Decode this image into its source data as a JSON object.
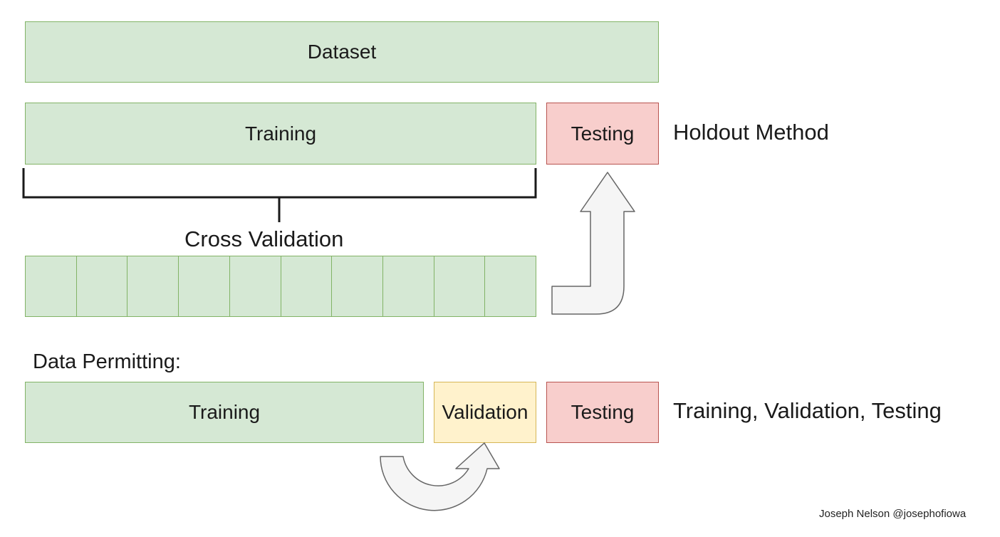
{
  "dataset_label": "Dataset",
  "holdout": {
    "training_label": "Training",
    "testing_label": "Testing",
    "method_label": "Holdout Method"
  },
  "cross_validation": {
    "label": "Cross Validation",
    "fold_count": 10
  },
  "data_permitting": {
    "heading": "Data Permitting:",
    "training_label": "Training",
    "validation_label": "Validation",
    "testing_label": "Testing",
    "method_label": "Training, Validation, Testing"
  },
  "credit": "Joseph Nelson @josephofiowa",
  "colors": {
    "green_fill": "#d5e8d4",
    "green_stroke": "#82b366",
    "red_fill": "#f8cecc",
    "red_stroke": "#b85450",
    "yellow_fill": "#fff2cc",
    "yellow_stroke": "#d6b656",
    "arrow_fill": "#f5f5f5",
    "arrow_stroke": "#666666"
  }
}
